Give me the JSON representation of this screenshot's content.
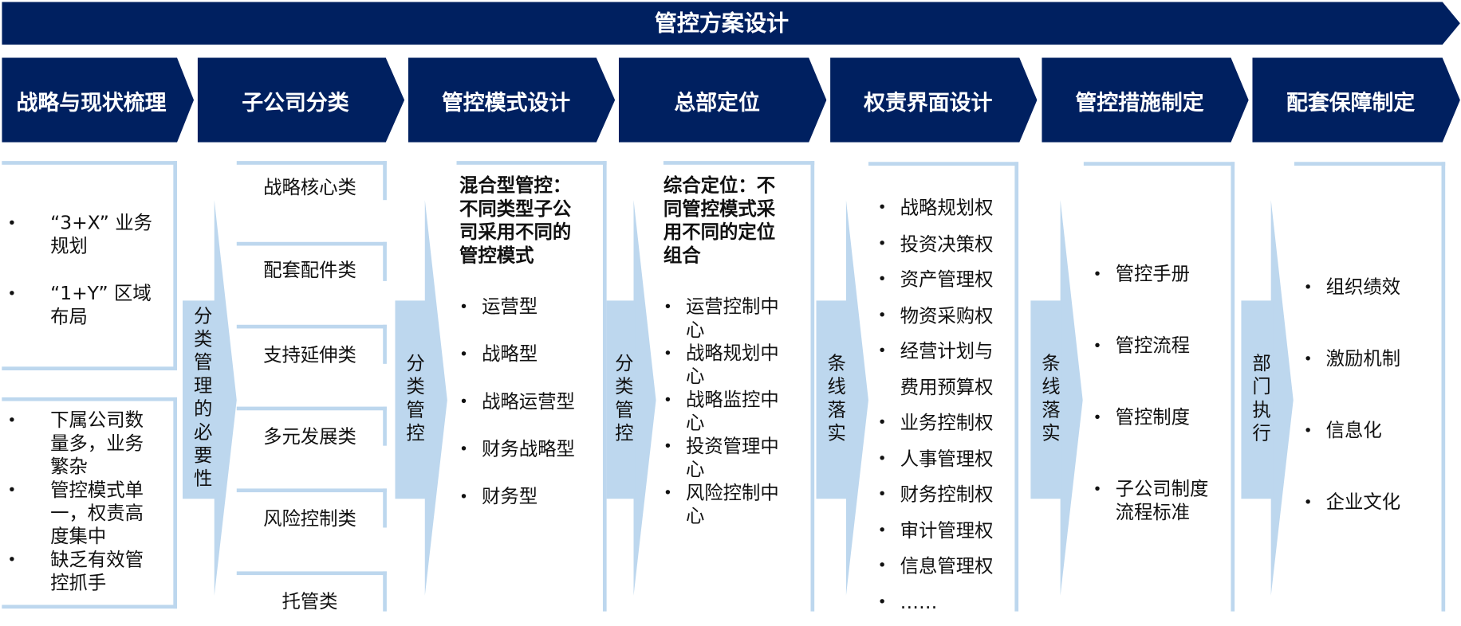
{
  "header": {
    "title": "管控方案设计",
    "color": "#002060"
  },
  "colors": {
    "navy": "#002060",
    "light_blue": "#BDD7EE"
  },
  "steps": [
    {
      "label": "战略与现状梳理"
    },
    {
      "label": "子公司分类"
    },
    {
      "label": "管控模式设计"
    },
    {
      "label": "总部定位"
    },
    {
      "label": "权责界面设计"
    },
    {
      "label": "管控措施制定"
    },
    {
      "label": "配套保障制定"
    }
  ],
  "col1": {
    "box1_items": [
      "“3+X” 业务规划",
      "“1+Y” 区域布局"
    ],
    "box2_items": [
      "下属公司数量多，业务繁杂",
      "管控模式单一，权责高度集中",
      "缺乏有效管控抓手"
    ]
  },
  "connectors": [
    {
      "label": "分类管理的必要性"
    },
    {
      "label": "分类管控"
    },
    {
      "label": "分类管控"
    },
    {
      "label": "条线落实"
    },
    {
      "label": "条线落实"
    },
    {
      "label": "部门执行"
    }
  ],
  "col2": {
    "categories": [
      "战略核心类",
      "配套配件类",
      "支持延伸类",
      "多元发展类",
      "风险控制类",
      "托管类"
    ]
  },
  "col3": {
    "heading": "混合型管控：不同类型子公司采用不同的管控模式",
    "items": [
      "运营型",
      "战略型",
      "战略运营型",
      "财务战略型",
      "财务型"
    ]
  },
  "col4": {
    "heading": "综合定位：不同管控模式采用不同的定位组合",
    "items": [
      "运营控制中心",
      "战略规划中心",
      "战略监控中心",
      "投资管理中心",
      "风险控制中心"
    ]
  },
  "col5": {
    "items": [
      "战略规划权",
      "投资决策权",
      "资产管理权",
      "物资采购权",
      "经营计划与费用预算权",
      "业务控制权",
      "人事管理权",
      "财务控制权",
      "审计管理权",
      "信息管理权",
      "……"
    ]
  },
  "col6": {
    "items": [
      "管控手册",
      "管控流程",
      "管控制度",
      "子公司制度流程标准"
    ]
  },
  "col7": {
    "items": [
      "组织绩效",
      "激励机制",
      "信息化",
      "企业文化"
    ]
  }
}
